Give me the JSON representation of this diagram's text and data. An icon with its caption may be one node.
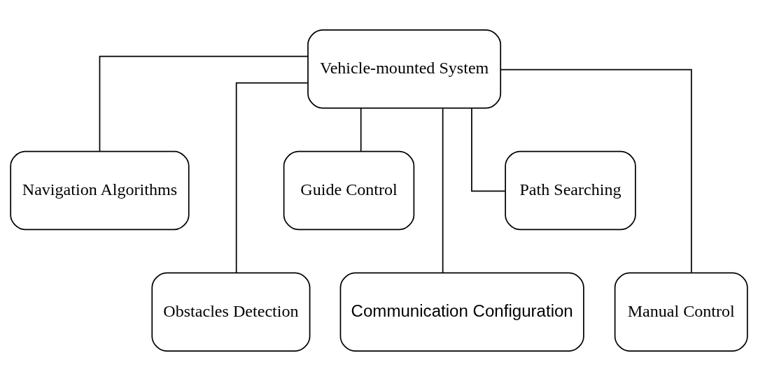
{
  "diagram": {
    "nodes": [
      {
        "text": [
          "Vehicle-mounted System"
        ]
      },
      {
        "text": [
          "Navigation Algorithms"
        ]
      },
      {
        "text": [
          "Obstacles Detection"
        ]
      },
      {
        "text": [
          "Guide Control"
        ]
      },
      {
        "text": [
          "Communication Configuration"
        ]
      },
      {
        "text": [
          "Path Searching"
        ]
      },
      {
        "text": [
          "Manual Control"
        ]
      }
    ],
    "edges": [
      {
        "from": 0,
        "to": 1,
        "arrow": "none"
      },
      {
        "from": 0,
        "to": 2,
        "arrow": "none"
      },
      {
        "from": 0,
        "to": 3,
        "arrow": "none"
      },
      {
        "from": 0,
        "to": 4,
        "arrow": "none"
      },
      {
        "from": 0,
        "to": 5,
        "arrow": "none"
      },
      {
        "from": 0,
        "to": 6,
        "arrow": "none"
      }
    ]
  }
}
